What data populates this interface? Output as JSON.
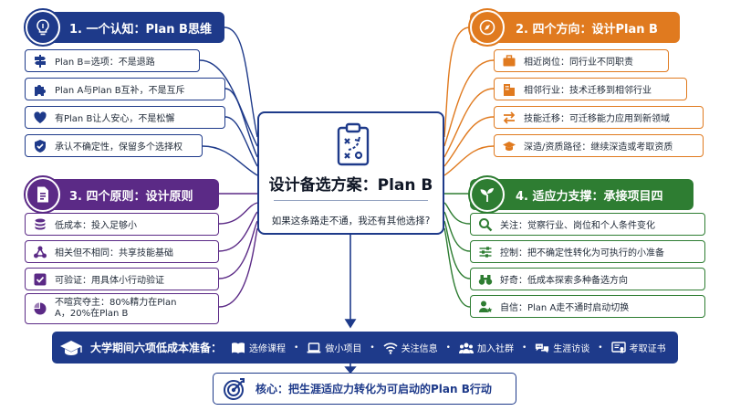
{
  "center": {
    "title": "设计备选方案：Plan B",
    "subtitle": "如果这条路走不通，我还有其他选择?",
    "icon": "strategy-clipboard-icon"
  },
  "sections": {
    "cognition": {
      "header": "1. 一个认知：Plan B思维",
      "icon": "lightbulb-head-icon",
      "color": "#1e3a8a",
      "items": [
        {
          "text": "Plan B=选项：不是退路",
          "icon": "signpost-icon"
        },
        {
          "text": "Plan A与Plan B互补，不是互斥",
          "icon": "puzzle-icon"
        },
        {
          "text": "有Plan B让人安心，不是松懈",
          "icon": "heart-icon"
        },
        {
          "text": "承认不确定性，保留多个选择权",
          "icon": "shield-check-icon"
        }
      ]
    },
    "directions": {
      "header": "2. 四个方向：设计Plan B",
      "icon": "compass-icon",
      "color": "#e07a1f",
      "items": [
        {
          "text": "相近岗位：同行业不同职责",
          "icon": "briefcase-icon"
        },
        {
          "text": "相邻行业：技术迁移到相邻行业",
          "icon": "building-icon"
        },
        {
          "text": "技能迁移：可迁移能力应用到新领域",
          "icon": "swap-arrows-icon"
        },
        {
          "text": "深造/资质路径：继续深造或考取资质",
          "icon": "graduation-cap-icon"
        }
      ]
    },
    "principles": {
      "header": "3. 四个原则：设计原则",
      "icon": "document-icon",
      "color": "#5b2a86",
      "items": [
        {
          "text": "低成本：投入足够小",
          "icon": "coins-icon"
        },
        {
          "text": "相关但不相同：共享技能基础",
          "icon": "network-icon"
        },
        {
          "text": "可验证：用具体小行动验证",
          "icon": "checkbox-icon"
        },
        {
          "text": "不喧宾夺主：80%精力在Plan A，20%在Plan B",
          "icon": "pie-chart-icon"
        }
      ]
    },
    "support": {
      "header": "4. 适应力支撑：承接项目四",
      "icon": "sprout-icon",
      "color": "#2e7d32",
      "items": [
        {
          "text": "关注：觉察行业、岗位和个人条件变化",
          "icon": "magnifier-icon"
        },
        {
          "text": "控制：把不确定性转化为可执行的小准备",
          "icon": "sliders-icon"
        },
        {
          "text": "好奇：低成本探索多种备选方向",
          "icon": "binoculars-icon"
        },
        {
          "text": "自信：Plan A走不通时启动切换",
          "icon": "user-star-icon"
        }
      ]
    }
  },
  "prep": {
    "title": "大学期间六项低成本准备：",
    "icon": "graduation-cap-icon",
    "items": [
      {
        "text": "选修课程",
        "icon": "open-book-icon"
      },
      {
        "text": "做小项目",
        "icon": "laptop-icon"
      },
      {
        "text": "关注信息",
        "icon": "wifi-icon"
      },
      {
        "text": "加入社群",
        "icon": "group-icon"
      },
      {
        "text": "生涯访谈",
        "icon": "chat-bubbles-icon"
      },
      {
        "text": "考取证书",
        "icon": "certificate-icon"
      }
    ]
  },
  "core": {
    "text": "核心：把生涯适应力转化为可启动的Plan B行动",
    "icon": "target-icon"
  }
}
